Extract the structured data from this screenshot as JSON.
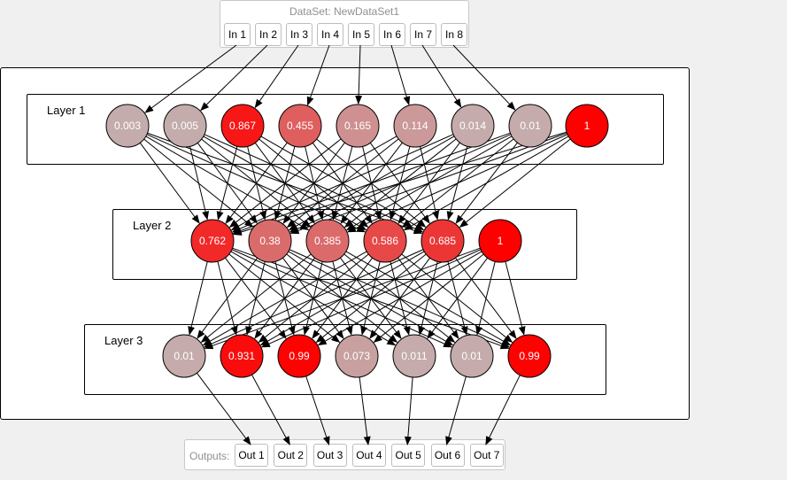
{
  "dataset": {
    "title": "DataSet: NewDataSet1",
    "inputs": [
      "In 1",
      "In 2",
      "In 3",
      "In 4",
      "In 5",
      "In 6",
      "In 7",
      "In 8"
    ]
  },
  "layers": [
    {
      "label": "Layer 1",
      "values": [
        "0.003",
        "0.005",
        "0.867",
        "0.455",
        "0.165",
        "0.114",
        "0.014",
        "0.01",
        "1"
      ],
      "bias_last": true
    },
    {
      "label": "Layer 2",
      "values": [
        "0.762",
        "0.38",
        "0.385",
        "0.586",
        "0.685",
        "1"
      ],
      "bias_last": true
    },
    {
      "label": "Layer 3",
      "values": [
        "0.01",
        "0.931",
        "0.99",
        "0.073",
        "0.011",
        "0.01",
        "0.99"
      ],
      "bias_last": false
    }
  ],
  "outputs": {
    "label": "Outputs:",
    "items": [
      "Out 1",
      "Out 2",
      "Out 3",
      "Out 4",
      "Out 5",
      "Out 6",
      "Out 7"
    ]
  },
  "colors": {
    "low": "#c4adad",
    "high": "#ff0000",
    "edge": "#000000"
  }
}
